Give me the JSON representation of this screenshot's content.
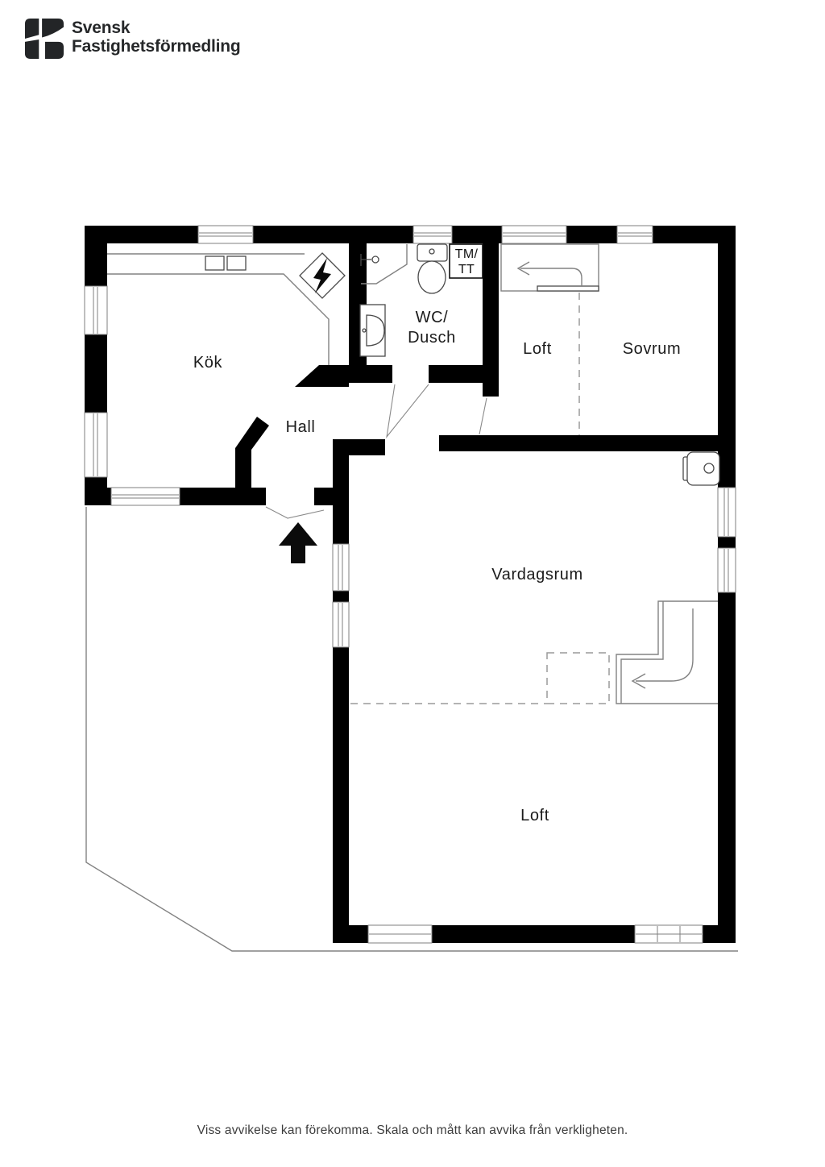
{
  "header": {
    "logo_line1": "Svensk",
    "logo_line2": "Fastighetsförmedling"
  },
  "floorplan": {
    "labels": {
      "kok": "Kök",
      "wc_dusch_line1": "WC/",
      "wc_dusch_line2": "Dusch",
      "tmtt_line1": "TM/",
      "tmtt_line2": "TT",
      "loft_upper": "Loft",
      "sovrum": "Sovrum",
      "hall": "Hall",
      "vardagsrum": "Vardagsrum",
      "loft_lower": "Loft"
    },
    "icons": {
      "logo": "svensk-fastighetsformedling-logo-icon",
      "entrance": "entrance-up-arrow-icon",
      "stairs_upper_direction": "stairs-left-arrow-icon",
      "stairs_lower_direction": "stairs-left-arrow-icon",
      "stove": "stove-lightning-diamond-icon",
      "fireplace": "wood-stove-icon",
      "toilet": "toilet-icon",
      "sink": "washbasin-icon",
      "shower": "shower-head-icon",
      "washer_dryer": "washer-dryer-box"
    },
    "colors": {
      "wall": "#000000",
      "thin_line": "#828282",
      "fixture_line": "#4a4a4a",
      "dashed_line": "#9a9a9a",
      "label_text": "#1b1b1b"
    }
  },
  "footer": {
    "disclaimer": "Viss avvikelse kan förekomma. Skala och mått kan avvika från verkligheten."
  }
}
